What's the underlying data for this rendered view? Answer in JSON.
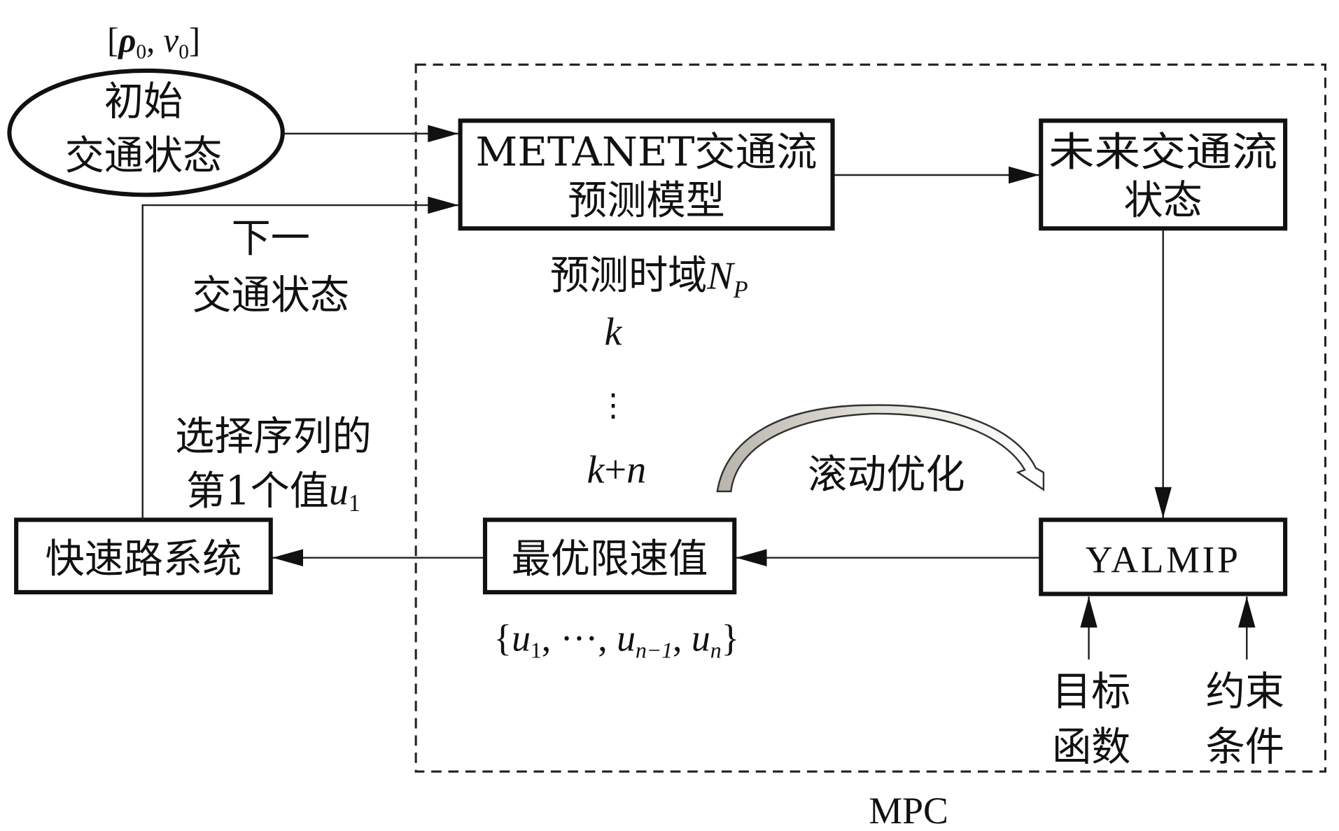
{
  "diagram": {
    "initial_state_vector": {
      "open": "[",
      "rho": "ρ",
      "sub0a": "0",
      "comma": ", ",
      "v": "v",
      "sub0b": "0",
      "close": "]"
    },
    "nodes": {
      "initial_state": {
        "line1": "初始",
        "line2": "交通状态"
      },
      "metanet_model": {
        "line1": "METANET交通流",
        "line2": "预测模型"
      },
      "future_state": {
        "line1": "未来交通流",
        "line2": "状态"
      },
      "yalmip": {
        "label": "YALMIP"
      },
      "optimal_speed": {
        "label": "最优限速值"
      },
      "expressway": {
        "label": "快速路系统"
      }
    },
    "labels": {
      "next_state": {
        "line1": "下一",
        "line2": "交通状态"
      },
      "select_first": {
        "line1": "选择序列的",
        "line2_text": "第1个值",
        "line2_var": "u",
        "line2_sub": "1"
      },
      "prediction_horizon": {
        "text": "预测时域",
        "var": "N",
        "sub": "P"
      },
      "k_start": "k",
      "vdots": "⋮",
      "k_end": {
        "k": "k",
        "plus": "+",
        "n": "n"
      },
      "rolling_opt": "滚动优化",
      "sequence": {
        "open": "{",
        "u1": "u",
        "s1": "1",
        "sep1": ", ···, ",
        "un1": "u",
        "sn1": "n−1",
        "sep2": ", ",
        "un": "u",
        "sn": "n",
        "close": "}"
      },
      "objective": {
        "line1": "目标",
        "line2": "函数"
      },
      "constraints": {
        "line1": "约束",
        "line2": "条件"
      },
      "mpc": "MPC"
    }
  }
}
